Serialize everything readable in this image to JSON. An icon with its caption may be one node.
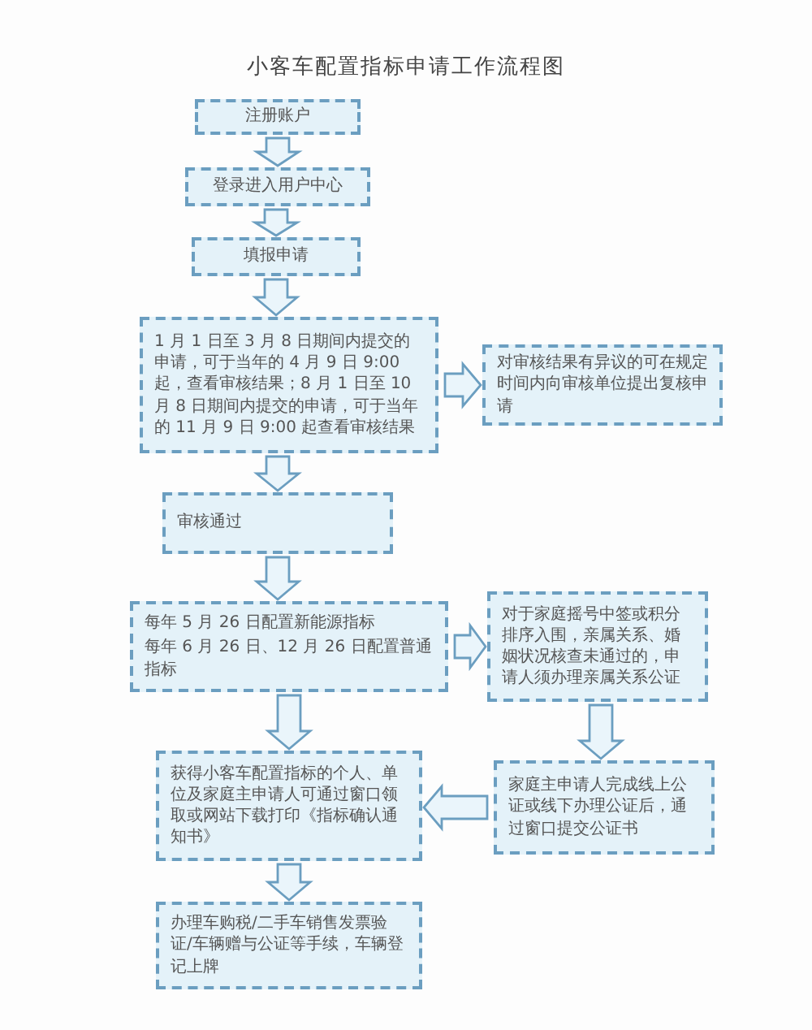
{
  "diagram": {
    "title": "小客车配置指标申请工作流程图",
    "nodes": [
      {
        "text": [
          "注册账户"
        ]
      },
      {
        "text": [
          "登录进入用户中心"
        ]
      },
      {
        "text": [
          "填报申请"
        ]
      },
      {
        "text": [
          "1 月 1 日至 3 月 8 日期间内提交的申请，可于当年的 4 月 9 日 9:00 起，查看审核结果；8 月 1 日至 10 月 8 日期间内提交的申请，可于当年的 11 月 9 日 9:00 起查看审核结果"
        ]
      },
      {
        "text": [
          "对审核结果有异议的可在规定时间内向审核单位提出复核申请"
        ]
      },
      {
        "text": [
          "审核通过"
        ]
      },
      {
        "text": [
          "每年 5 月 26 日配置新能源指标",
          "每年 6 月 26 日、12 月 26 日配置普通指标"
        ]
      },
      {
        "text": [
          "对于家庭摇号中签或积分排序入围，亲属关系、婚姻状况核查未通过的，申请人须办理亲属关系公证"
        ]
      },
      {
        "text": [
          "获得小客车配置指标的个人、单位及家庭主申请人可通过窗口领取或网站下载打印《指标确认通知书》"
        ]
      },
      {
        "text": [
          "家庭主申请人完成线上公证或线下办理公证后，通过窗口提交公证书"
        ]
      },
      {
        "text": [
          "办理车购税/二手车销售发票验证/车辆赠与公证等手续，车辆登记上牌"
        ]
      }
    ],
    "edges": [
      {
        "from": 0,
        "to": 1,
        "arrow": "to"
      },
      {
        "from": 1,
        "to": 2,
        "arrow": "to"
      },
      {
        "from": 2,
        "to": 3,
        "arrow": "to"
      },
      {
        "from": 3,
        "to": 4,
        "arrow": "to"
      },
      {
        "from": 3,
        "to": 5,
        "arrow": "to"
      },
      {
        "from": 5,
        "to": 6,
        "arrow": "to"
      },
      {
        "from": 6,
        "to": 7,
        "arrow": "to"
      },
      {
        "from": 6,
        "to": 8,
        "arrow": "to"
      },
      {
        "from": 7,
        "to": 9,
        "arrow": "to"
      },
      {
        "from": 9,
        "to": 8,
        "arrow": "to"
      },
      {
        "from": 8,
        "to": 10,
        "arrow": "to"
      }
    ]
  }
}
